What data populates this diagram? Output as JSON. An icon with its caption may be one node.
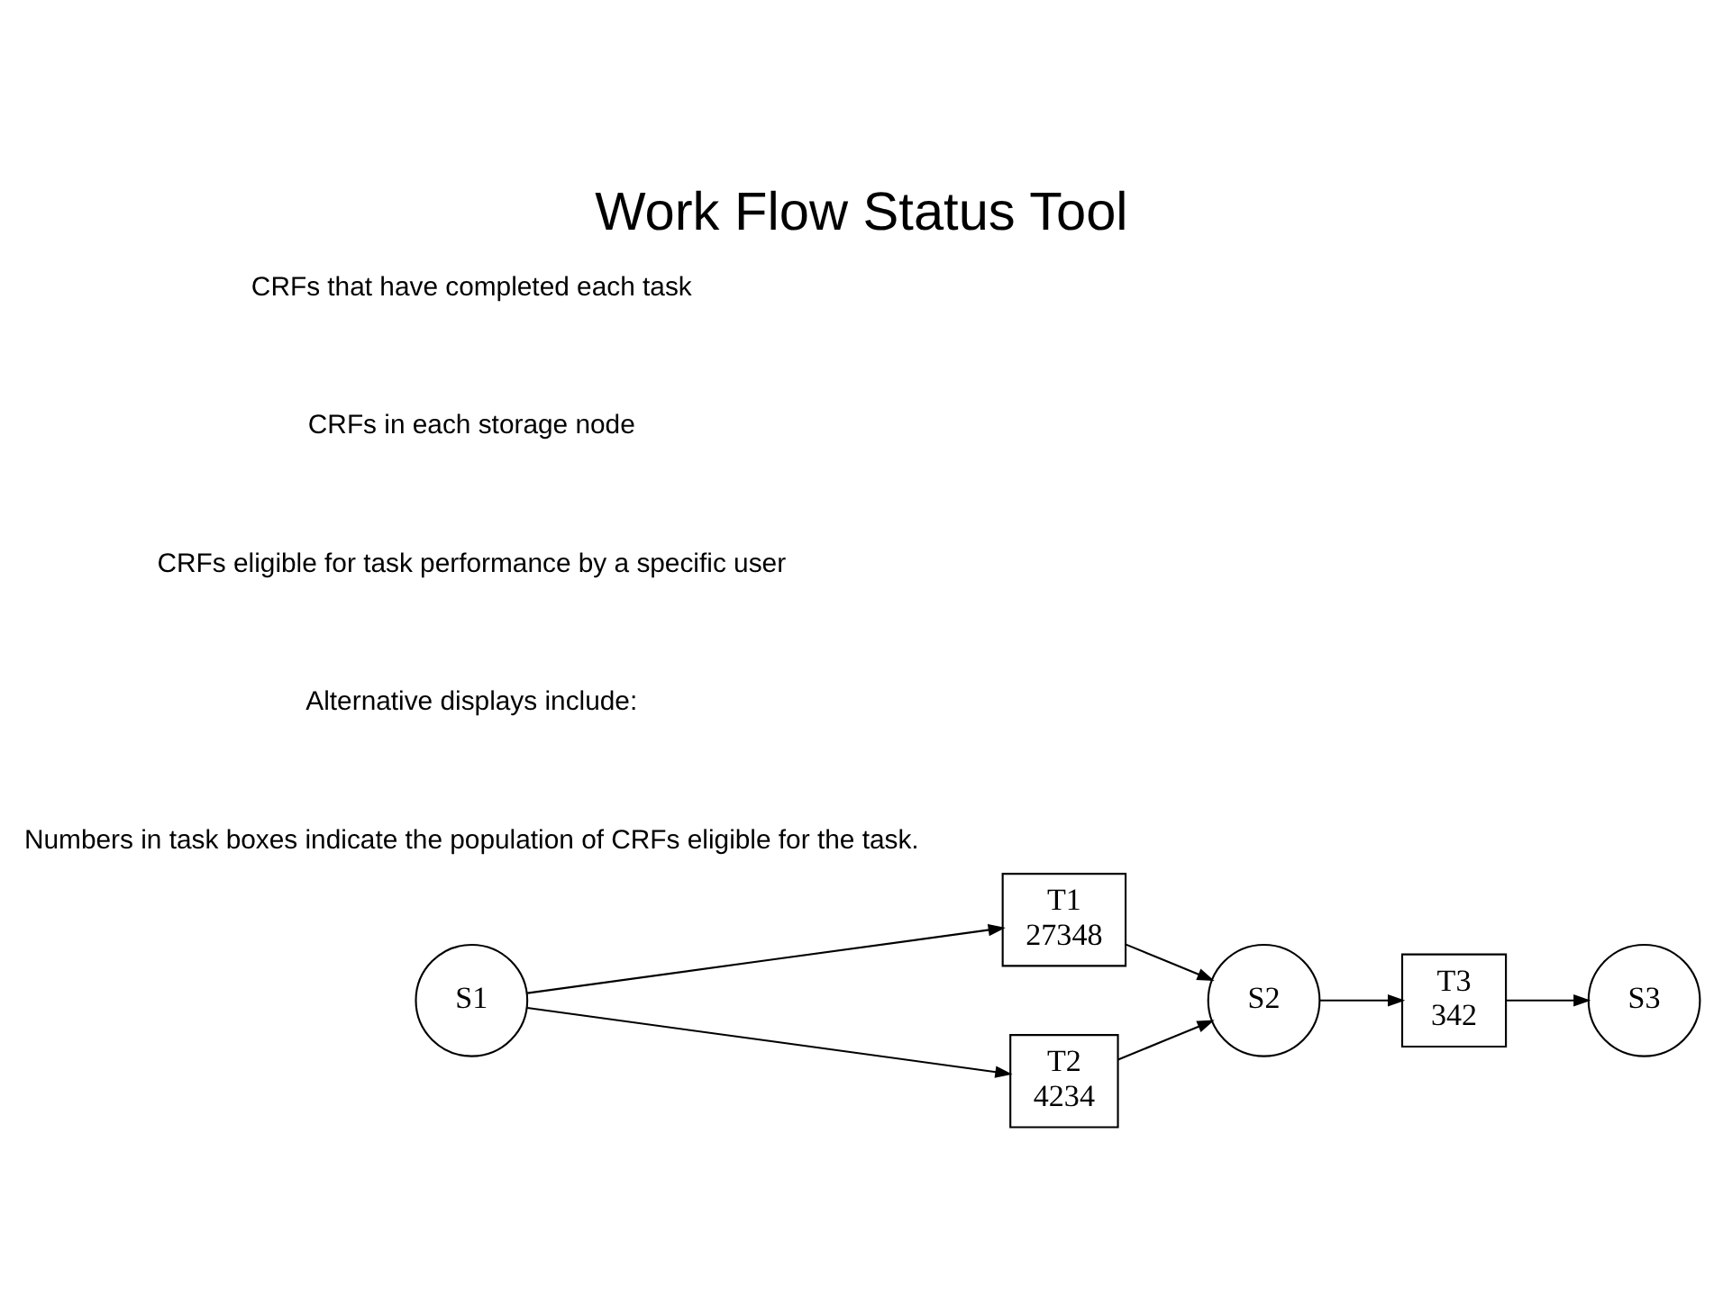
{
  "diagram": {
    "title": "Work Flow Status Tool",
    "nodes": [
      {
        "text": [
          "S1"
        ]
      },
      {
        "text": [
          "T1",
          "27348"
        ]
      },
      {
        "text": [
          "T2",
          "4234"
        ]
      },
      {
        "text": [
          "S2"
        ]
      },
      {
        "text": [
          "T3",
          "342"
        ]
      },
      {
        "text": [
          "S3"
        ]
      }
    ],
    "edges": [
      {
        "from": 0,
        "to": 1,
        "arrow": "to"
      },
      {
        "from": 0,
        "to": 2,
        "arrow": "to"
      },
      {
        "from": 1,
        "to": 3,
        "arrow": "to"
      },
      {
        "from": 2,
        "to": 3,
        "arrow": "to"
      },
      {
        "from": 3,
        "to": 4,
        "arrow": "to"
      },
      {
        "from": 4,
        "to": 5,
        "arrow": "to"
      }
    ],
    "labels": [
      "Numbers in task boxes indicate the population of CRFs eligible for the task.",
      "Alternative displays include:",
      "CRFs eligible for task performance by a specific user",
      "CRFs in each storage node",
      "CRFs that have completed each task"
    ]
  }
}
